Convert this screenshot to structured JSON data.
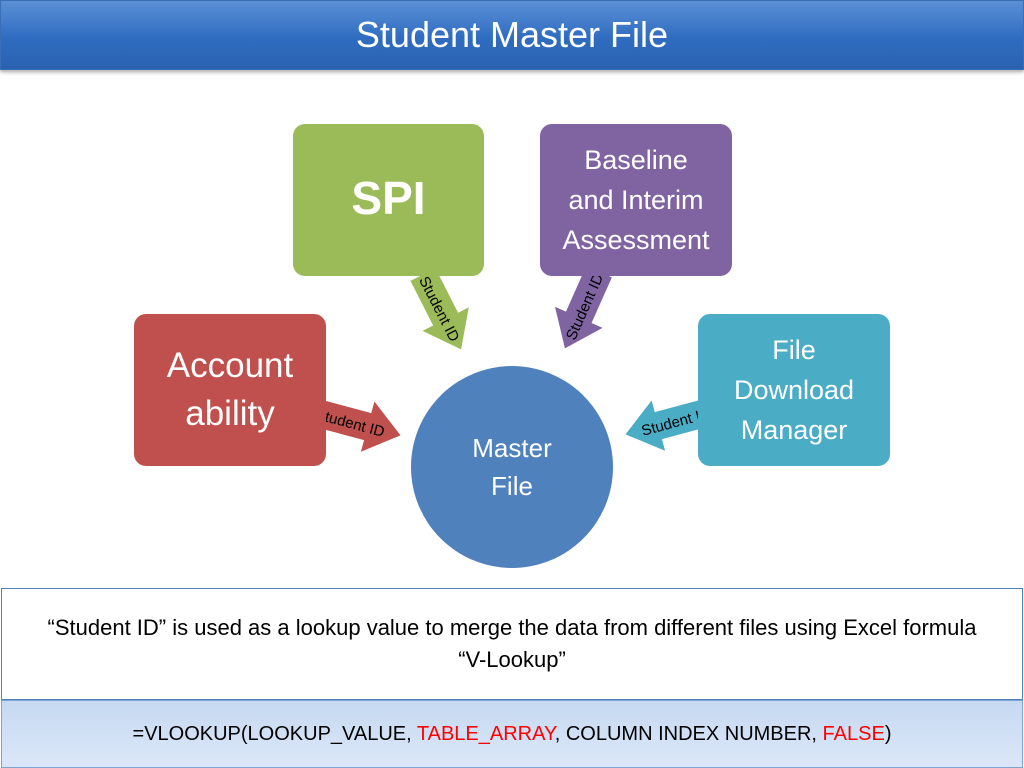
{
  "slide": {
    "title": "Student Master File"
  },
  "diagram": {
    "nodes": {
      "spi": {
        "label": "SPI",
        "color": "#9bbb59"
      },
      "baseline": {
        "label": "Baseline\nand Interim\nAssessment",
        "color": "#8064a2"
      },
      "accountability": {
        "label": "Account\nability",
        "color": "#c0504d"
      },
      "file_download": {
        "label": "File\nDownload\nManager",
        "color": "#4bacc6"
      },
      "master": {
        "label": "Master\nFile",
        "color": "#4f81bd"
      }
    },
    "edges": {
      "spi": {
        "label": "Student ID",
        "color": "#9bbb59"
      },
      "baseline": {
        "label": "Student ID",
        "color": "#8064a2"
      },
      "accountability": {
        "label": "Student ID",
        "color": "#c0504d"
      },
      "file_download": {
        "label": "Student ID",
        "color": "#4bacc6"
      }
    }
  },
  "info": {
    "text": "“Student ID” is used as a lookup value to merge the data from different files  using Excel formula “V-Lookup”"
  },
  "formula": {
    "prefix": "=VLOOKUP(LOOKUP_VALUE, ",
    "table_array": "TABLE_ARRAY",
    "middle": ", COLUMN INDEX NUMBER, ",
    "false_text": "FALSE",
    "suffix": ")",
    "highlight_color": "#ff0000"
  }
}
